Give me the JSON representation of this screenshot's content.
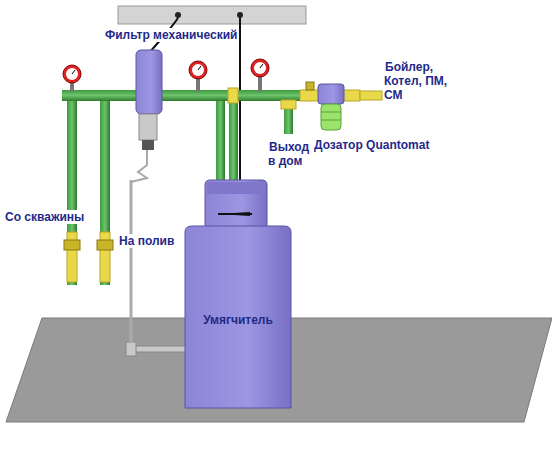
{
  "diagram": {
    "nodes": [
      {
        "text": [
          "Умягчитель"
        ]
      }
    ],
    "labels": [
      "Фильтр механический",
      "Бойлер, Котел, ПМ, СМ",
      "Выход в дом",
      "Дозатор Quantomat",
      "Со скважины",
      "На полив"
    ]
  }
}
